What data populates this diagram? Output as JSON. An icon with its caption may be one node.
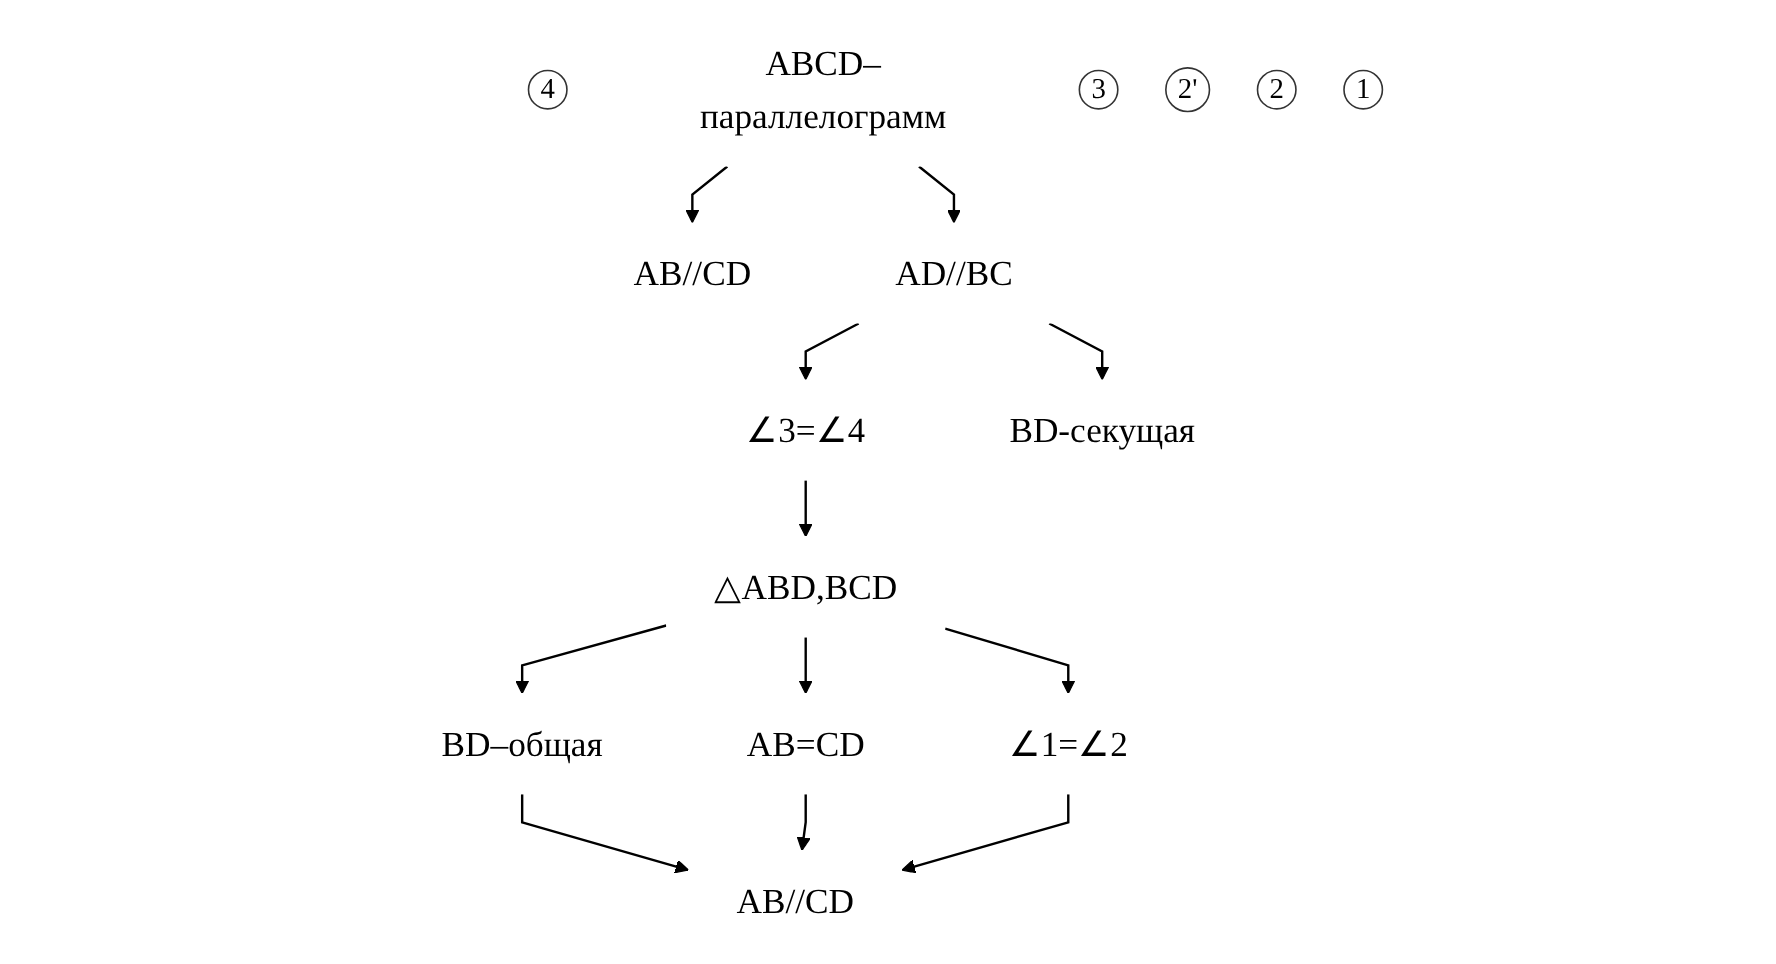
{
  "diagram": {
    "nodes": [
      {
        "text": [
          "4"
        ]
      },
      {
        "text": [
          "ABCD–параллелограмм"
        ]
      },
      {
        "text": [
          "AB//CD"
        ]
      },
      {
        "text": [
          "3"
        ]
      },
      {
        "text": [
          "AD//BC"
        ]
      },
      {
        "text": [
          "2'"
        ]
      },
      {
        "text": [
          "∠3=∠4"
        ]
      },
      {
        "text": [
          "BD-секущая"
        ]
      },
      {
        "text": [
          "2"
        ]
      },
      {
        "text": [
          "△ABD,BCD"
        ]
      },
      {
        "text": [
          "BD–общая"
        ]
      },
      {
        "text": [
          "AB=CD"
        ]
      },
      {
        "text": [
          "∠1=∠2"
        ]
      },
      {
        "text": [
          "1"
        ]
      },
      {
        "text": [
          "AB//CD"
        ]
      }
    ],
    "edges": [
      {
        "from": 1,
        "to": 2,
        "arrow": "to"
      },
      {
        "from": 1,
        "to": 4,
        "arrow": "to"
      },
      {
        "from": 4,
        "to": 7,
        "arrow": "to"
      },
      {
        "from": 4,
        "to": 6,
        "arrow": "to"
      },
      {
        "from": 6,
        "to": 9,
        "arrow": "to"
      },
      {
        "from": 9,
        "to": 10,
        "arrow": "to"
      },
      {
        "from": 9,
        "to": 11,
        "arrow": "to"
      },
      {
        "from": 9,
        "to": 12,
        "arrow": "to"
      },
      {
        "from": 10,
        "to": 14,
        "arrow": "to"
      },
      {
        "from": 11,
        "to": 14,
        "arrow": "to"
      },
      {
        "from": 12,
        "to": 14,
        "arrow": "to"
      }
    ]
  }
}
